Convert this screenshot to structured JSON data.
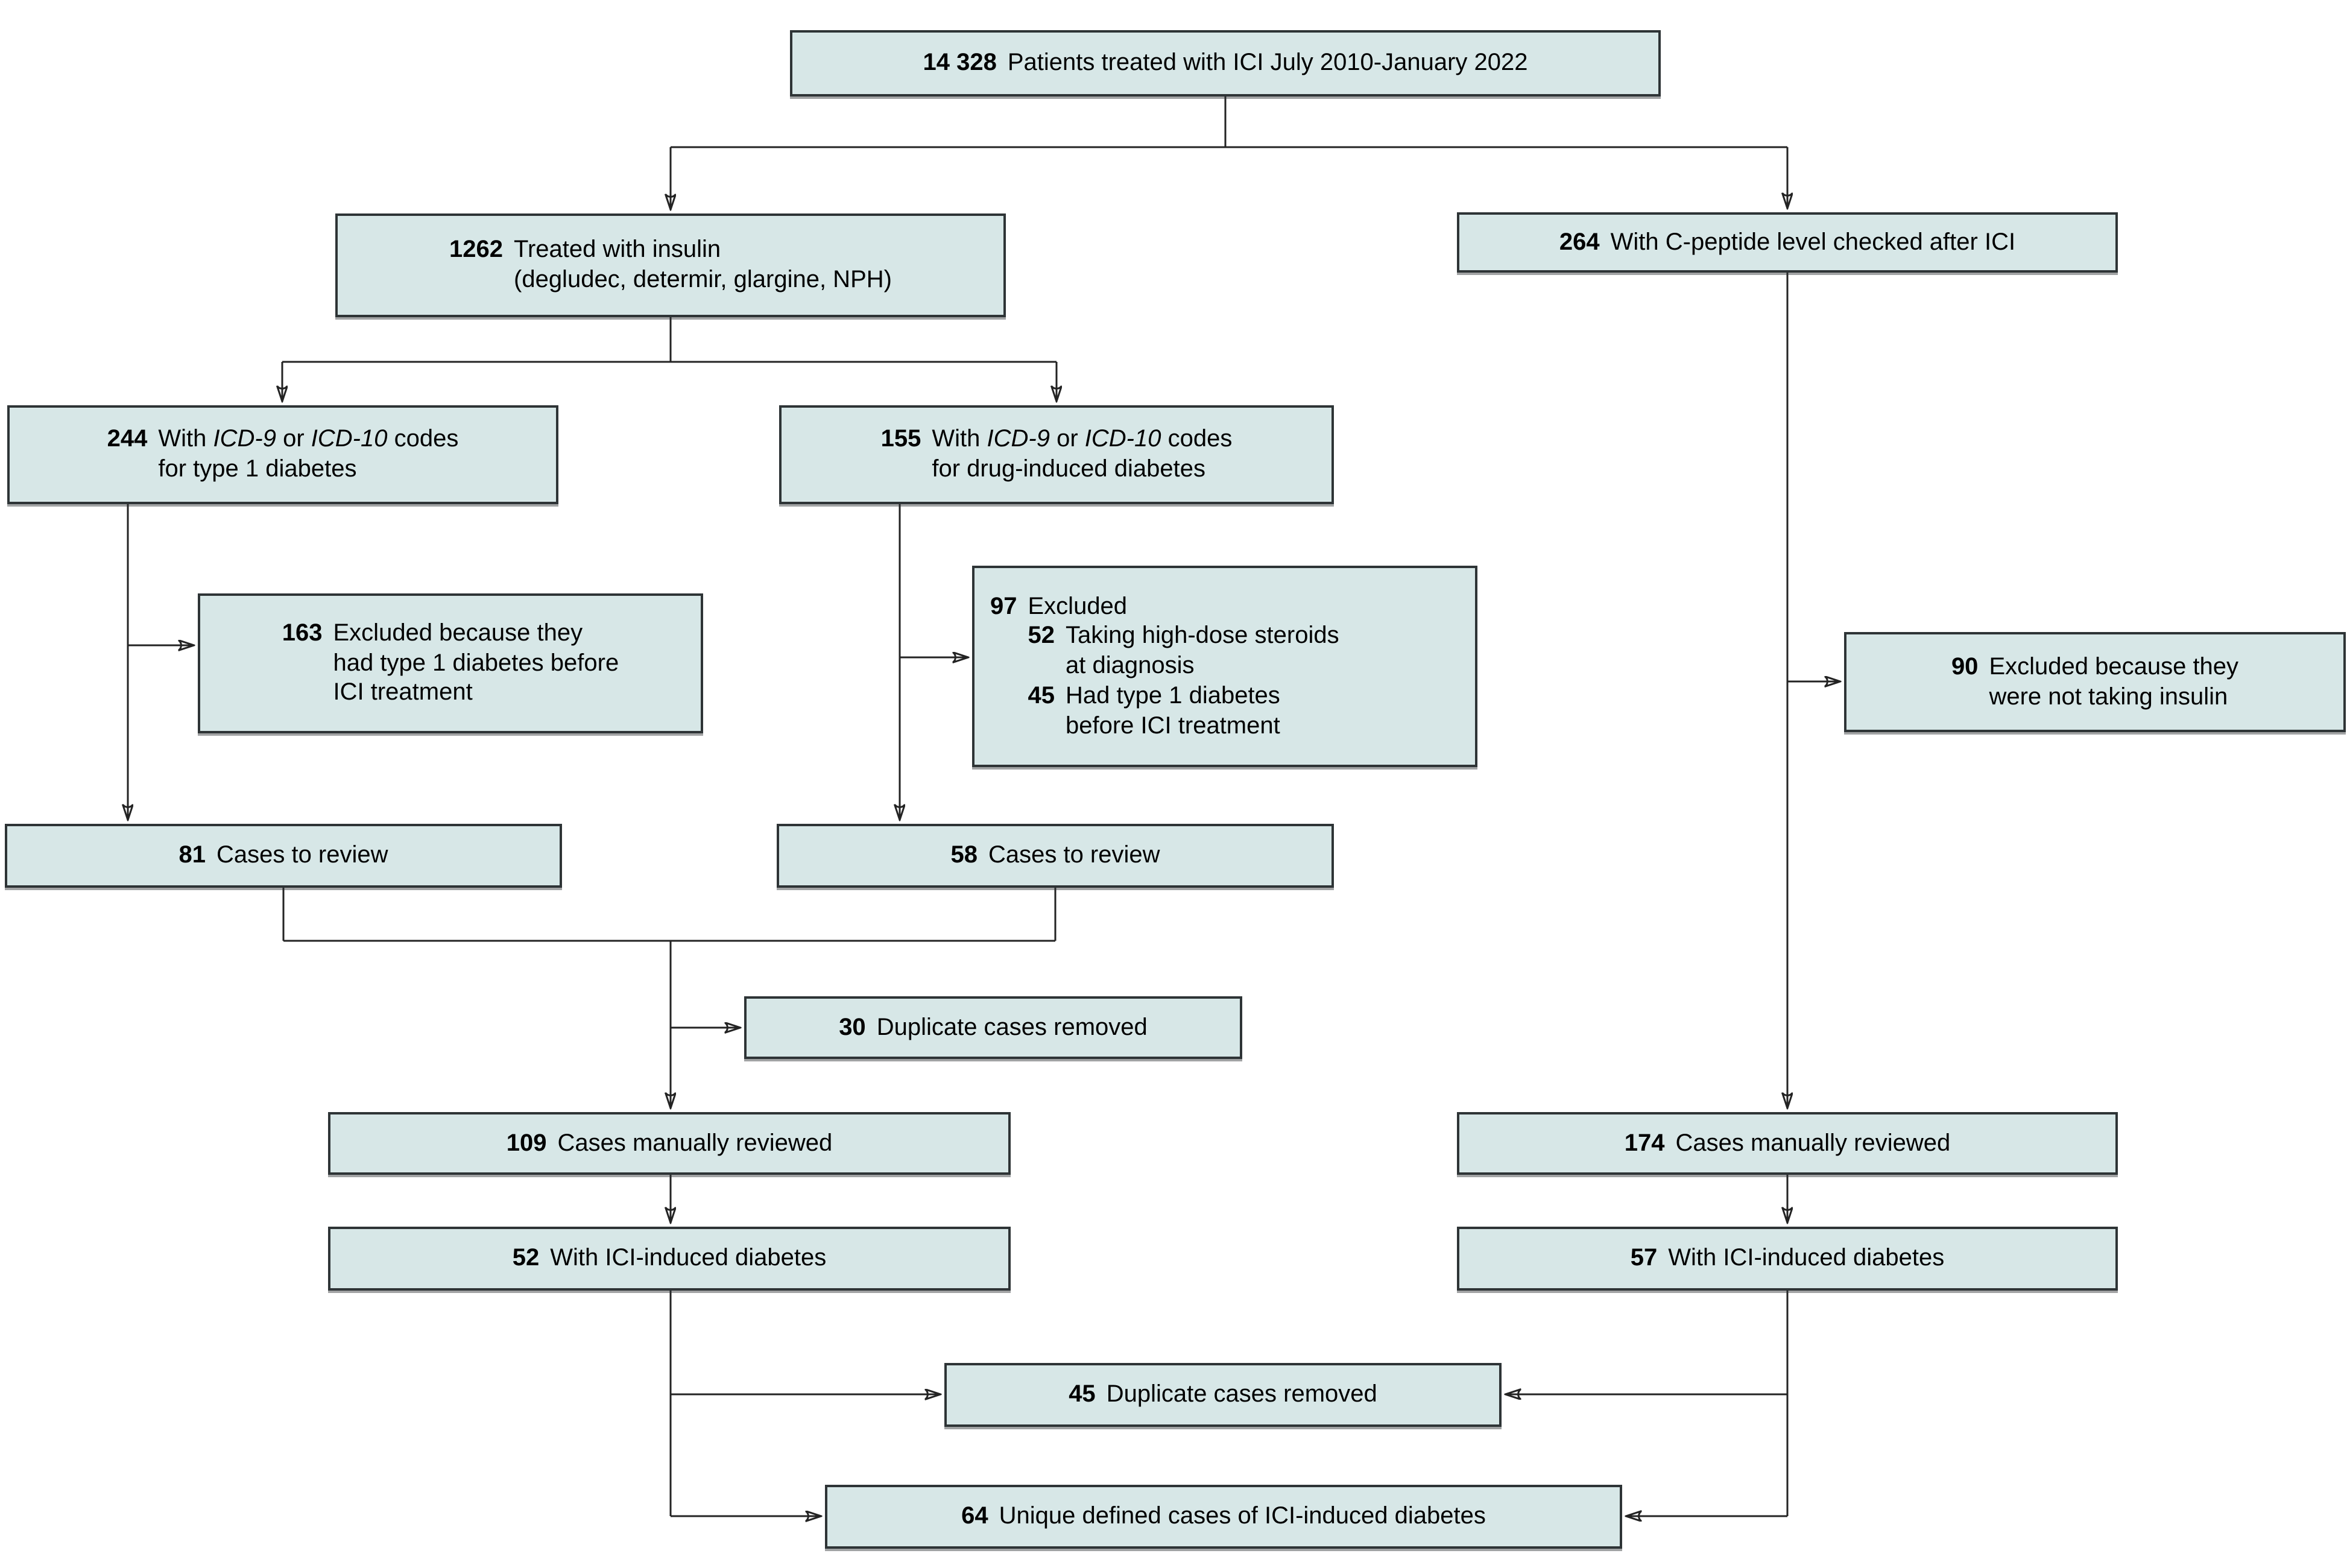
{
  "figure": {
    "type": "patient-flow-diagram",
    "colors": {
      "box_fill": "#d7e7e7",
      "box_border": "#2e3436",
      "line_color": "#232323",
      "text_color": "#000000",
      "background": "#ffffff"
    }
  },
  "boxes": {
    "patients_ici": {
      "num": "14 328",
      "text": "Patients treated with ICI July 2010-January 2022"
    },
    "treated_insulin": {
      "num": "1262",
      "line1": "Treated with insulin",
      "line2": "(degludec, determir, glargine, NPH)"
    },
    "c_peptide": {
      "num": "264",
      "text": "With C-peptide level checked after ICI"
    },
    "icd_type1": {
      "num": "244",
      "with": "With ",
      "icd9": "ICD-9",
      "or": " or ",
      "icd10": "ICD-10",
      "codes": " codes",
      "line2": "for type 1 diabetes"
    },
    "icd_drug": {
      "num": "155",
      "with": "With ",
      "icd9": "ICD-9",
      "or": " or ",
      "icd10": "ICD-10",
      "codes": " codes",
      "line2": "for drug-induced diabetes"
    },
    "excluded_t1d": {
      "num": "163",
      "line1": "Excluded because they",
      "line2": "had type 1 diabetes before",
      "line3": "ICI treatment"
    },
    "excluded_97": {
      "num": "97",
      "label": "Excluded",
      "items": [
        {
          "num": "52",
          "line1": "Taking high-dose steroids",
          "line2": "at diagnosis"
        },
        {
          "num": "45",
          "line1": "Had type 1 diabetes",
          "line2": "before ICI treatment"
        }
      ]
    },
    "excluded_no_insulin": {
      "num": "90",
      "line1": "Excluded because they",
      "line2": "were not taking insulin"
    },
    "cases_review_left": {
      "num": "81",
      "text": "Cases to review"
    },
    "cases_review_mid": {
      "num": "58",
      "text": "Cases to review"
    },
    "dup_removed_30": {
      "num": "30",
      "text": "Duplicate cases removed"
    },
    "reviewed_left": {
      "num": "109",
      "text": "Cases manually reviewed"
    },
    "reviewed_right": {
      "num": "174",
      "text": "Cases manually reviewed"
    },
    "ici_diabetes_left": {
      "num": "52",
      "text": "With ICI-induced diabetes"
    },
    "ici_diabetes_right": {
      "num": "57",
      "text": "With ICI-induced diabetes"
    },
    "dup_removed_45": {
      "num": "45",
      "text": "Duplicate cases removed"
    },
    "unique_cases": {
      "num": "64",
      "text": "Unique defined cases of ICI-induced diabetes"
    }
  }
}
